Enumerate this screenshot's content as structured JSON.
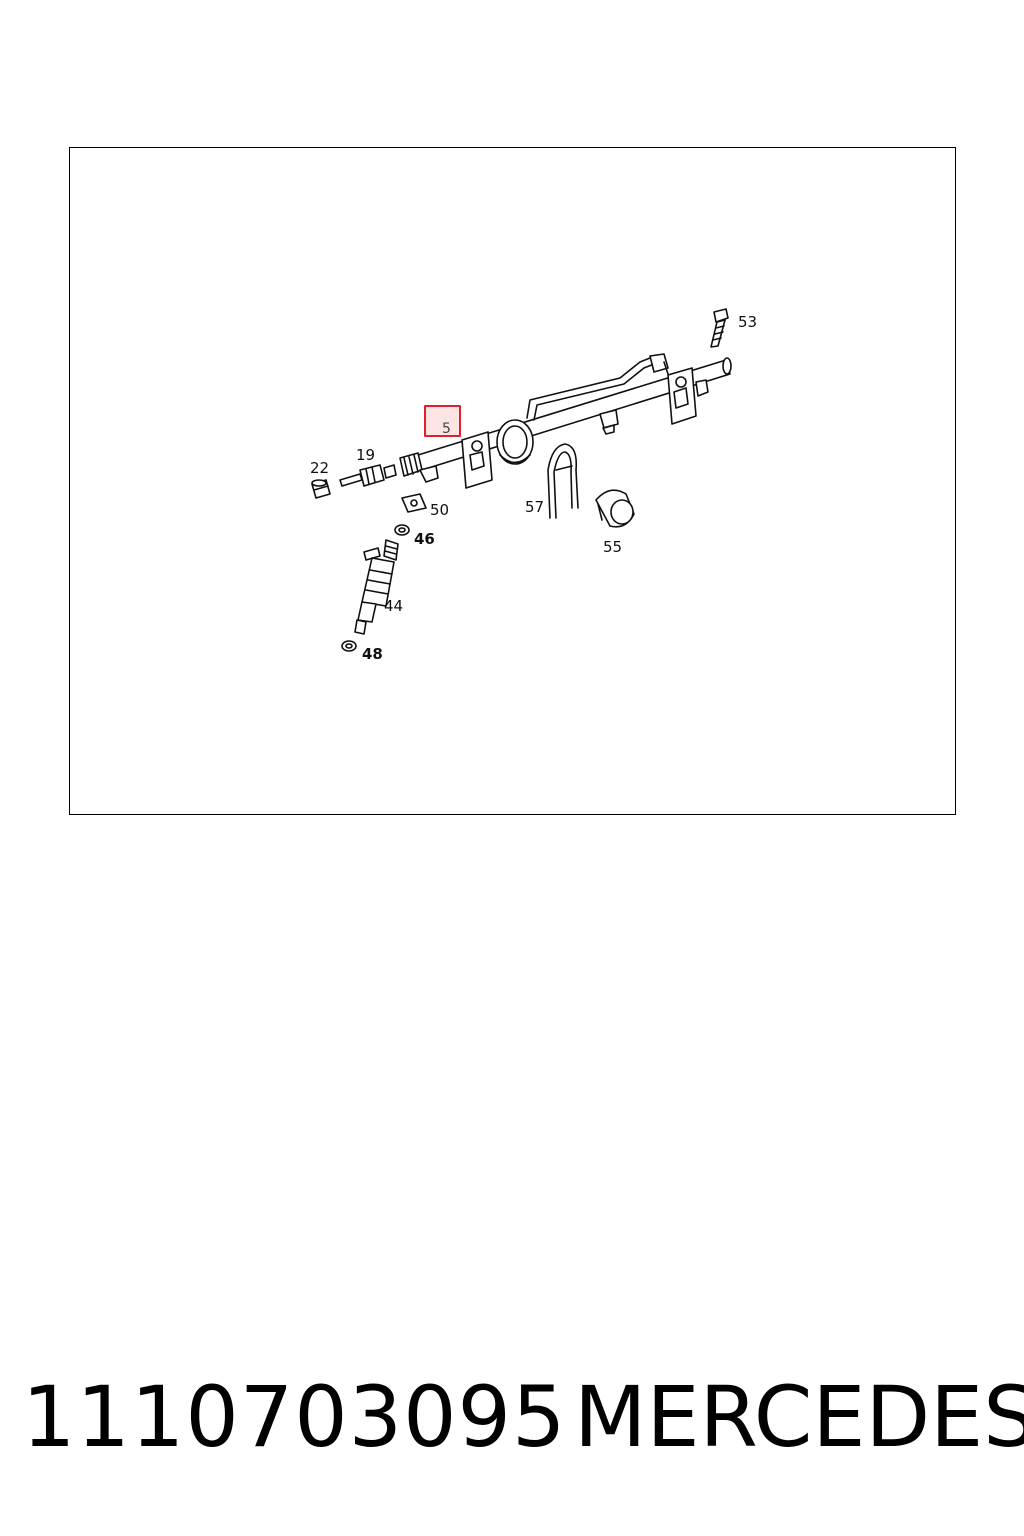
{
  "diagram": {
    "callouts": {
      "c5": "5",
      "c53": "53",
      "c22": "22",
      "c19": "19",
      "c50": "50",
      "c46": "46",
      "c57": "57",
      "c55": "55",
      "c44": "44",
      "c48": "48"
    },
    "highlight_color": "#e0202a",
    "highlight_fill": "#fbdfe1"
  },
  "footer": {
    "part_number": "1110703095",
    "brand": "MERCEDES"
  }
}
